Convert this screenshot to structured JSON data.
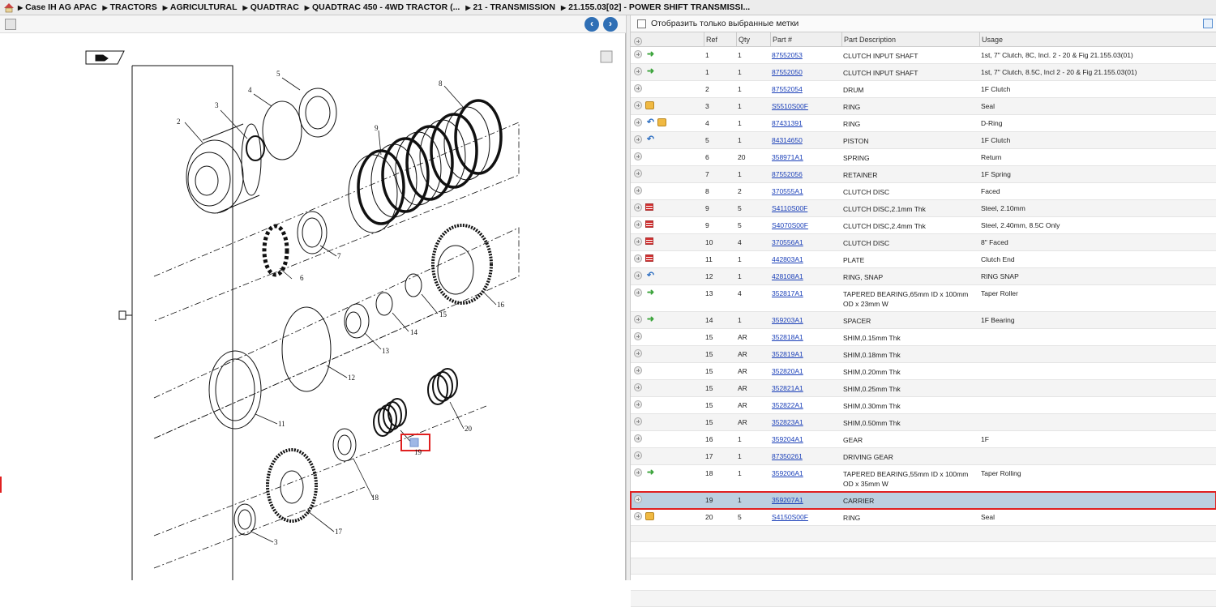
{
  "breadcrumb": [
    "Case IH AG APAC",
    "TRACTORS",
    "AGRICULTURAL",
    "QUADTRAC",
    "QUADTRAC 450 - 4WD TRACTOR (...",
    "21 - TRANSMISSION",
    "21.155.03[02] - POWER SHIFT TRANSMISSI..."
  ],
  "filter_label": "Отобразить только выбранные метки",
  "columns": {
    "ref": "Ref",
    "qty": "Qty",
    "part": "Part #",
    "desc": "Part Description",
    "usage": "Usage"
  },
  "diagram_callouts": [
    "2",
    "3",
    "4",
    "5",
    "8",
    "9",
    "6",
    "7",
    "16",
    "15",
    "14",
    "13",
    "12",
    "11",
    "20",
    "19",
    "18",
    "17",
    "3"
  ],
  "rows": [
    {
      "icons": [
        "arrow"
      ],
      "ref": "1",
      "qty": "1",
      "part": "87552053",
      "desc": "CLUTCH INPUT SHAFT",
      "usage": "1st, 7\" Clutch, 8C, Incl. 2 - 20 & Fig 21.155.03(01)"
    },
    {
      "icons": [
        "arrow"
      ],
      "ref": "1",
      "qty": "1",
      "part": "87552050",
      "desc": "CLUTCH INPUT SHAFT",
      "usage": "1st, 7\" Clutch, 8.5C, Incl 2 - 20 & Fig 21.155.03(01)"
    },
    {
      "icons": [],
      "ref": "2",
      "qty": "1",
      "part": "87552054",
      "desc": "DRUM",
      "usage": "1F Clutch"
    },
    {
      "icons": [
        "box"
      ],
      "ref": "3",
      "qty": "1",
      "part": "S5510S00F",
      "desc": "RING",
      "usage": "Seal"
    },
    {
      "icons": [
        "back",
        "box"
      ],
      "ref": "4",
      "qty": "1",
      "part": "87431391",
      "desc": "RING",
      "usage": "D-Ring"
    },
    {
      "icons": [
        "back"
      ],
      "ref": "5",
      "qty": "1",
      "part": "84314650",
      "desc": "PISTON",
      "usage": "1F Clutch"
    },
    {
      "icons": [],
      "ref": "6",
      "qty": "20",
      "part": "358971A1",
      "desc": "SPRING",
      "usage": "Return"
    },
    {
      "icons": [],
      "ref": "7",
      "qty": "1",
      "part": "87552056",
      "desc": "RETAINER",
      "usage": "1F Spring"
    },
    {
      "icons": [],
      "ref": "8",
      "qty": "2",
      "part": "370555A1",
      "desc": "CLUTCH DISC",
      "usage": "Faced"
    },
    {
      "icons": [
        "list"
      ],
      "ref": "9",
      "qty": "5",
      "part": "S4110S00F",
      "desc": "CLUTCH DISC,2.1mm Thk",
      "usage": "Steel, 2.10mm"
    },
    {
      "icons": [
        "list"
      ],
      "ref": "9",
      "qty": "5",
      "part": "S4070S00F",
      "desc": "CLUTCH DISC,2.4mm Thk",
      "usage": "Steel, 2.40mm, 8.5C Only"
    },
    {
      "icons": [
        "list"
      ],
      "ref": "10",
      "qty": "4",
      "part": "370556A1",
      "desc": "CLUTCH DISC",
      "usage": "8\" Faced"
    },
    {
      "icons": [
        "list"
      ],
      "ref": "11",
      "qty": "1",
      "part": "442803A1",
      "desc": "PLATE",
      "usage": "Clutch End"
    },
    {
      "icons": [
        "back"
      ],
      "ref": "12",
      "qty": "1",
      "part": "428108A1",
      "desc": "RING, SNAP",
      "usage": "RING SNAP"
    },
    {
      "icons": [
        "arrow"
      ],
      "ref": "13",
      "qty": "4",
      "part": "352817A1",
      "desc": "TAPERED BEARING,65mm ID x 100mm OD x 23mm W",
      "usage": "Taper Roller"
    },
    {
      "icons": [
        "arrow"
      ],
      "ref": "14",
      "qty": "1",
      "part": "359203A1",
      "desc": "SPACER",
      "usage": "1F Bearing"
    },
    {
      "icons": [],
      "ref": "15",
      "qty": "AR",
      "part": "352818A1",
      "desc": "SHIM,0.15mm Thk",
      "usage": ""
    },
    {
      "icons": [],
      "ref": "15",
      "qty": "AR",
      "part": "352819A1",
      "desc": "SHIM,0.18mm Thk",
      "usage": ""
    },
    {
      "icons": [],
      "ref": "15",
      "qty": "AR",
      "part": "352820A1",
      "desc": "SHIM,0.20mm Thk",
      "usage": ""
    },
    {
      "icons": [],
      "ref": "15",
      "qty": "AR",
      "part": "352821A1",
      "desc": "SHIM,0.25mm Thk",
      "usage": ""
    },
    {
      "icons": [],
      "ref": "15",
      "qty": "AR",
      "part": "352822A1",
      "desc": "SHIM,0.30mm Thk",
      "usage": ""
    },
    {
      "icons": [],
      "ref": "15",
      "qty": "AR",
      "part": "352823A1",
      "desc": "SHIM,0.50mm Thk",
      "usage": ""
    },
    {
      "icons": [],
      "ref": "16",
      "qty": "1",
      "part": "359204A1",
      "desc": "GEAR",
      "usage": "1F"
    },
    {
      "icons": [],
      "ref": "17",
      "qty": "1",
      "part": "87350261",
      "desc": "DRIVING GEAR",
      "usage": ""
    },
    {
      "icons": [
        "arrow"
      ],
      "ref": "18",
      "qty": "1",
      "part": "359206A1",
      "desc": "TAPERED BEARING,55mm ID x 100mm OD x 35mm W",
      "usage": "Taper Rolling"
    },
    {
      "icons": [],
      "ref": "19",
      "qty": "1",
      "part": "359207A1",
      "desc": "CARRIER",
      "usage": "",
      "selected": true
    },
    {
      "icons": [
        "box"
      ],
      "ref": "20",
      "qty": "5",
      "part": "S4150S00F",
      "desc": "RING",
      "usage": "Seal"
    }
  ],
  "empty_rows": 5
}
